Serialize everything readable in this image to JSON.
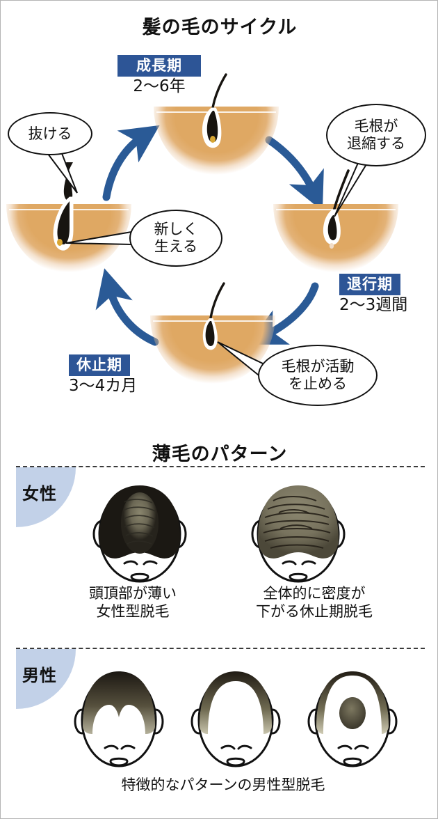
{
  "cycle": {
    "title": "髪の毛のサイクル",
    "phases": [
      {
        "id": "anagen",
        "badge": "成長期",
        "duration": "2〜6年"
      },
      {
        "id": "catagen",
        "badge": "退行期",
        "duration": "2〜3週間"
      },
      {
        "id": "telogen",
        "badge": "休止期",
        "duration": "3〜4カ月"
      }
    ],
    "bubbles": [
      {
        "id": "shed",
        "text": "抜ける"
      },
      {
        "id": "regrow",
        "text": "新しく\n生える"
      },
      {
        "id": "shrink",
        "text": "毛根が\n退縮する"
      },
      {
        "id": "stop",
        "text": "毛根が活動\nを止める"
      }
    ]
  },
  "patterns": {
    "title": "薄毛のパターン",
    "female": {
      "badge": "女性",
      "items": [
        {
          "caption": "頭頂部が薄い\n女性型脱毛"
        },
        {
          "caption": "全体的に密度が\n下がる休止期脱毛"
        }
      ]
    },
    "male": {
      "badge": "男性",
      "caption": "特徴的なパターンの男性型脱毛"
    }
  },
  "colors": {
    "badge_blue": "#2d5596",
    "arrow_blue": "#2a5a96",
    "skin_tan": "#dfa863",
    "gender_badge_blue": "#c2d1e8",
    "hair_dark": "#171410"
  }
}
